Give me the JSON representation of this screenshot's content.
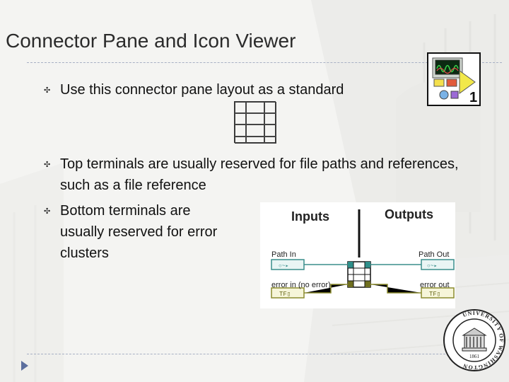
{
  "slide": {
    "title": "Connector Pane and Icon Viewer"
  },
  "bullets": [
    {
      "text": "Use this connector pane layout as a standard"
    },
    {
      "text": "Top terminals are usually reserved for file paths and references, such as a file reference"
    },
    {
      "text": "Bottom terminals are usually reserved for error clusters"
    }
  ],
  "icon_viewer": {
    "badge": "1"
  },
  "io_diagram": {
    "inputs_label": "Inputs",
    "outputs_label": "Outputs",
    "path_in": "Path In",
    "path_out": "Path Out",
    "error_in": "error in (no error)",
    "error_out": "error out"
  },
  "seal": {
    "outer_text": "UNIVERSITY OF WASHINGTON",
    "year": "1861"
  },
  "colors": {
    "title": "#2b2b2b",
    "rule": "#a7b0c4",
    "nav_arrow": "#5c6f9e",
    "path_terminal": "#3a8e8c",
    "error_terminal": "#8c8c2e"
  }
}
